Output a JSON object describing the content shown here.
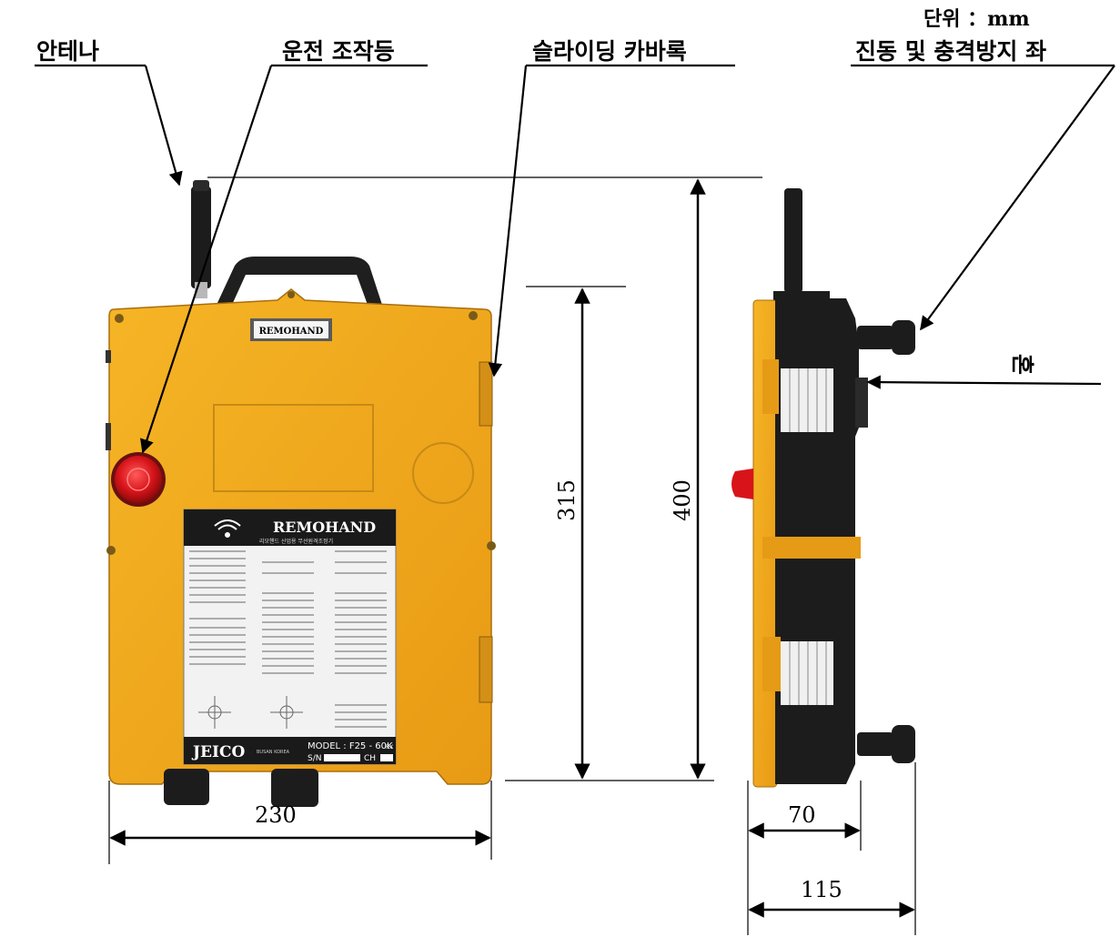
{
  "unit_label": "단위 ：mm",
  "labels": {
    "antenna": "안테나",
    "operation_lamp": "운전 조작등",
    "sliding_cover_lock": "슬라이딩 카바록",
    "anti_vibration": "진동 및 충격방지 좌",
    "horn": "혼"
  },
  "dimensions": {
    "width_front": "230",
    "height_body": "315",
    "height_total": "400",
    "depth_body": "70",
    "depth_total": "115"
  },
  "device": {
    "top_badge": "REMOHAND",
    "panel_brand": "REMOHAND",
    "panel_subtitle": "리모핸드 산업용 무선원격조정기",
    "maker": "JEICO",
    "maker_location": "BUSAN   KOREA",
    "model": "MODEL : F25 - 60K",
    "model_suffix": "RX",
    "serial_label": "S/N",
    "channel_label": "CH"
  },
  "colors": {
    "housing_yellow": "#f2a81c",
    "housing_shadow": "#c98512",
    "lamp_red": "#d8141a",
    "panel_black": "#1a1a1a",
    "rubber_black": "#1c1c1c"
  }
}
